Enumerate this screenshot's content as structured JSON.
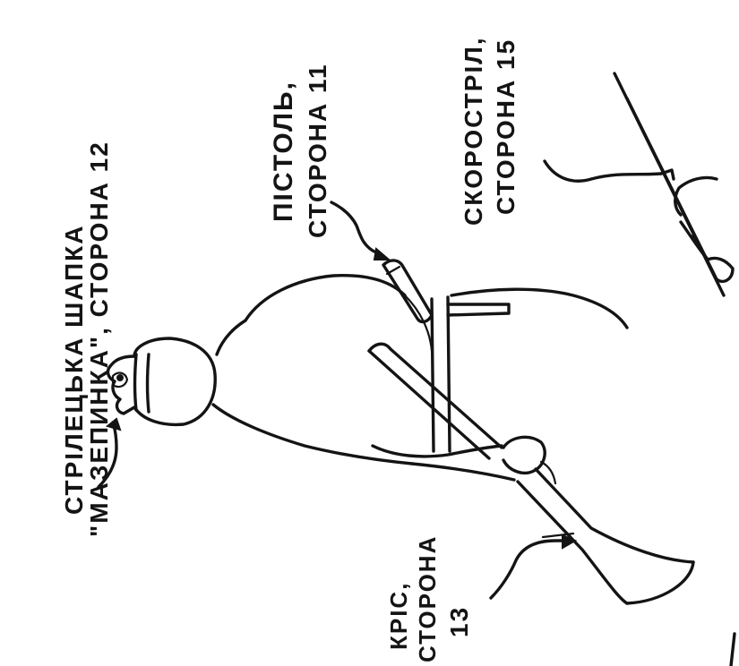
{
  "labels": {
    "hat_line1": "СТРІЛЕЦЬКА ШАПКА",
    "hat_line2": "\"МАЗЕПИНКА\", СТОРОНА 12",
    "pistol_line1": "ПІСТОЛЬ,",
    "pistol_line2": "СТОРОНА 11",
    "mg_line1": "СКОРОСТРІЛ,",
    "mg_line2": "СТОРОНА 15",
    "rifle_line1": "КРІС,",
    "rifle_line2": "СТОРОНА",
    "rifle_line3": "13"
  },
  "colors": {
    "ink": "#141414",
    "paper": "#ffffff"
  }
}
